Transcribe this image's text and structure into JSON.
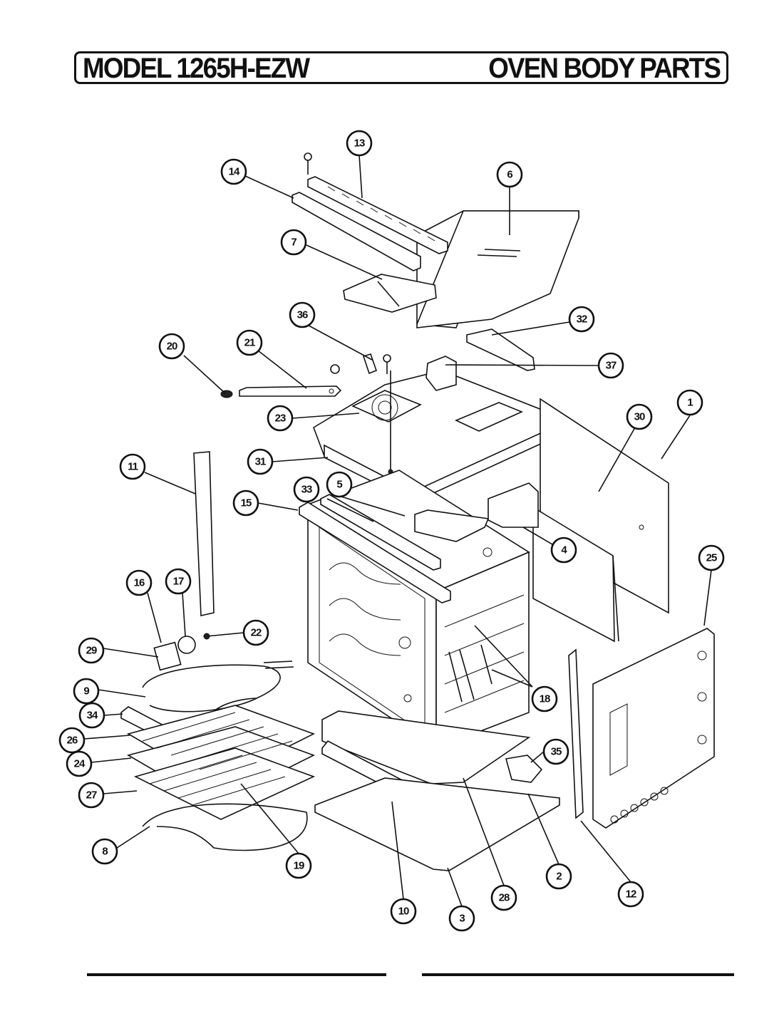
{
  "header": {
    "model_label": "MODEL 1265H-EZW",
    "section_label": "OVEN BODY PARTS"
  },
  "callouts": [
    {
      "id": "c1",
      "label": "1"
    },
    {
      "id": "c2",
      "label": "2"
    },
    {
      "id": "c3",
      "label": "3"
    },
    {
      "id": "c4",
      "label": "4"
    },
    {
      "id": "c5",
      "label": "5"
    },
    {
      "id": "c6",
      "label": "6"
    },
    {
      "id": "c7",
      "label": "7"
    },
    {
      "id": "c8",
      "label": "8"
    },
    {
      "id": "c9",
      "label": "9"
    },
    {
      "id": "c10",
      "label": "10"
    },
    {
      "id": "c11",
      "label": "11"
    },
    {
      "id": "c12",
      "label": "12"
    },
    {
      "id": "c13",
      "label": "13"
    },
    {
      "id": "c14",
      "label": "14"
    },
    {
      "id": "c15",
      "label": "15"
    },
    {
      "id": "c16",
      "label": "16"
    },
    {
      "id": "c17",
      "label": "17"
    },
    {
      "id": "c18",
      "label": "18"
    },
    {
      "id": "c19",
      "label": "19"
    },
    {
      "id": "c20",
      "label": "20"
    },
    {
      "id": "c21",
      "label": "21"
    },
    {
      "id": "c22",
      "label": "22"
    },
    {
      "id": "c23",
      "label": "23"
    },
    {
      "id": "c24",
      "label": "24"
    },
    {
      "id": "c25",
      "label": "25"
    },
    {
      "id": "c26",
      "label": "26"
    },
    {
      "id": "c27",
      "label": "27"
    },
    {
      "id": "c28",
      "label": "28"
    },
    {
      "id": "c29",
      "label": "29"
    },
    {
      "id": "c30",
      "label": "30"
    },
    {
      "id": "c31",
      "label": "31"
    },
    {
      "id": "c32",
      "label": "32"
    },
    {
      "id": "c33",
      "label": "33"
    },
    {
      "id": "c34",
      "label": "34"
    },
    {
      "id": "c35",
      "label": "35"
    },
    {
      "id": "c36",
      "label": "36"
    },
    {
      "id": "c37",
      "label": "37"
    }
  ]
}
